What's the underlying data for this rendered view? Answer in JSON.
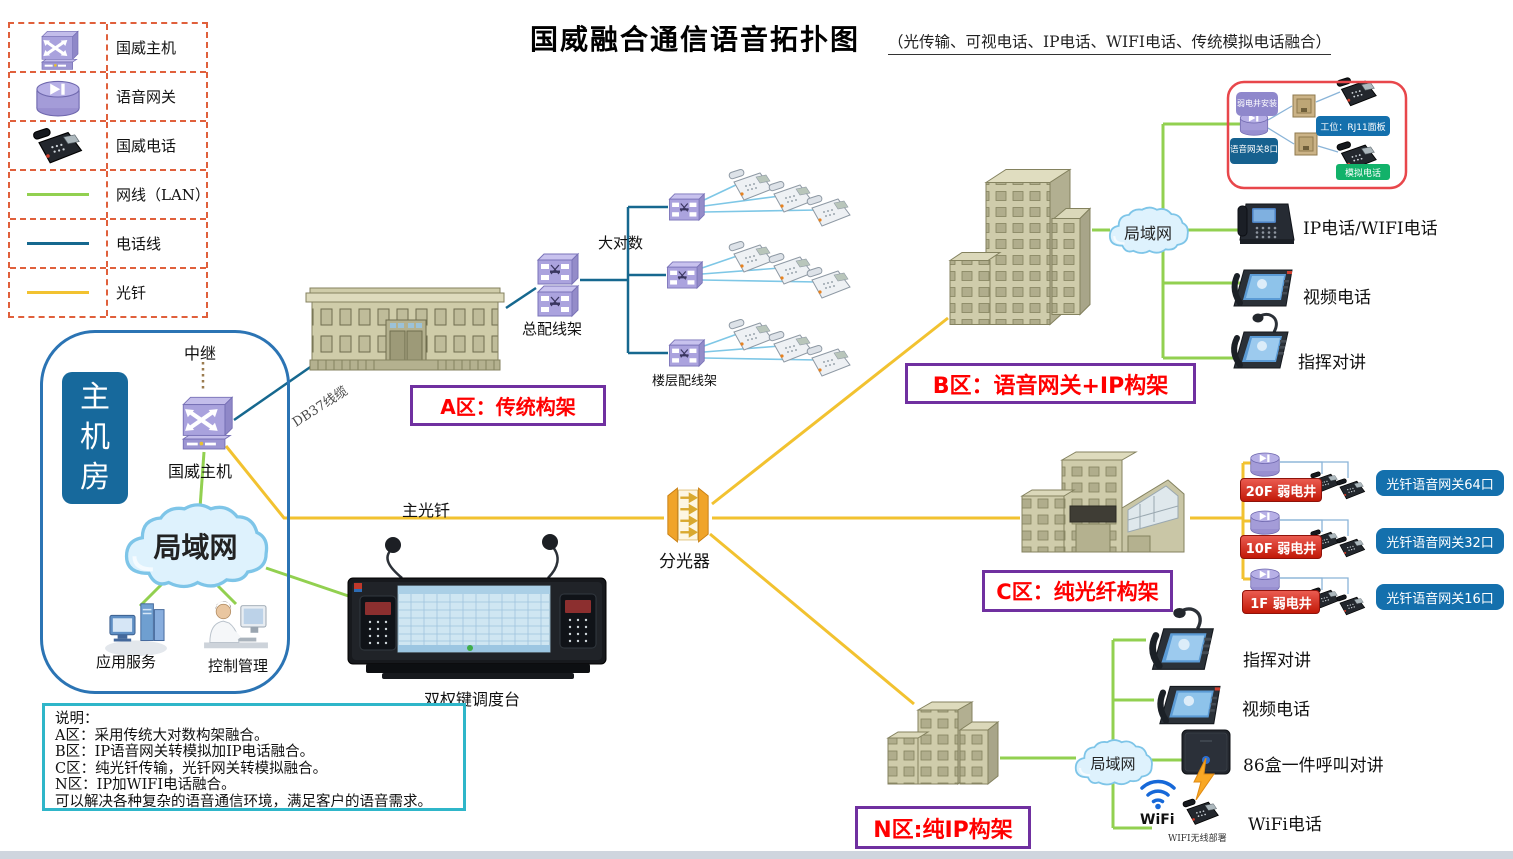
{
  "title": {
    "main": "国威融合通信语音拓扑图",
    "subtitle": "（光传输、可视电话、IP电话、WIFI电话、传统模拟电话融合）"
  },
  "legend": {
    "items": [
      {
        "name": "guowei-host-switch",
        "label": "国威主机"
      },
      {
        "name": "voice-gateway",
        "label": "语音网关"
      },
      {
        "name": "guowei-phone",
        "label": "国威电话"
      },
      {
        "name": "lan-cable",
        "label": "网线（LAN）",
        "color": "#92d050"
      },
      {
        "name": "phone-cable",
        "label": "电话线",
        "color": "#16688f"
      },
      {
        "name": "optical-fiber",
        "label": "光钎",
        "color": "#f2c230"
      }
    ]
  },
  "host_room": {
    "label": "主机房",
    "trunk_label": "中继",
    "switch_label": "国威主机",
    "cable_label": "DB37线缆",
    "lan_label": "局域网",
    "app_server_label": "应用服务",
    "control_label": "控制管理"
  },
  "center": {
    "main_fiber_label": "主光钎",
    "splitter_label": "分光器",
    "console_label": "双权键调度台"
  },
  "zone_a": {
    "zone_label": "A区：传统构架",
    "mdf_label": "总配线架",
    "big_pair_label": "大对数",
    "floor_frame_label": "楼层配线架"
  },
  "zone_b": {
    "zone_label": "B区：语音网关+IP构架",
    "lan_label": "局域网",
    "devices": [
      "IP电话/WIFI电话",
      "视频电话",
      "指挥对讲"
    ],
    "detail": {
      "well_label": "弱电井安装",
      "gateway_label": "语音网关8口",
      "panel_label": "工位：RJ11面板",
      "analog_label": "模拟电话"
    }
  },
  "zone_c": {
    "zone_label": "C区：纯光纤构架",
    "rows": [
      {
        "floor": "20F 弱电井",
        "gateway": "光钎语音网关64口"
      },
      {
        "floor": "10F 弱电井",
        "gateway": "光钎语音网关32口"
      },
      {
        "floor": "1F 弱电井",
        "gateway": "光钎语音网关16口"
      }
    ]
  },
  "zone_n": {
    "zone_label": "N区:纯IP构架",
    "lan_label": "局域网",
    "devices": [
      "指挥对讲",
      "视频电话",
      "86盒一件呼叫对讲",
      "WiFi电话"
    ],
    "wifi_label": "WiFi",
    "wifi_deploy_label": "WIFI无线部署"
  },
  "notes": {
    "lines": [
      "说明：",
      "A区：采用传统大对数构架融合。",
      "B区：IP语音网关转模拟加IP电话融合。",
      "C区：纯光钎传输，光钎网关转模拟融合。",
      "N区：IP加WIFI电话融合。",
      "可以解决各种复杂的语音通信环境，满足客户的语音需求。"
    ]
  },
  "colors": {
    "lan_line": "#92d050",
    "phone_line": "#16688f",
    "fiber_line": "#f2c230",
    "zone_border": "#7030a0",
    "zone_text": "#ff0000",
    "legend_border": "#e0603c",
    "notes_border": "#2fb6c9",
    "host_room_badge": "#17699c",
    "red_pill": "#d22a1e",
    "blue_pill": "#1470ad",
    "green_pill": "#12b26a"
  }
}
